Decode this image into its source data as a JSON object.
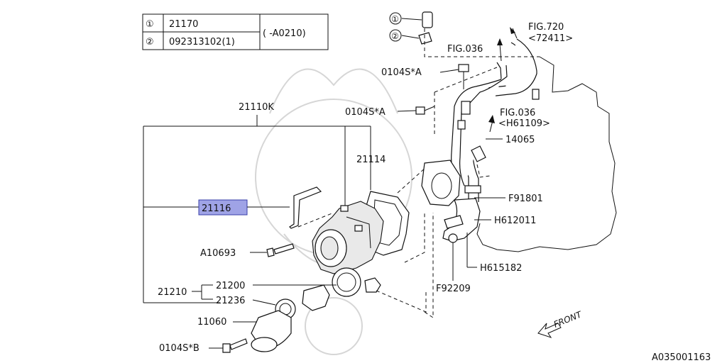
{
  "table": {
    "rows": [
      {
        "num": "①",
        "part": "21170"
      },
      {
        "num": "②",
        "part": "092313102(1)"
      }
    ],
    "range": "( -A0210)"
  },
  "callouts": {
    "c1": "①",
    "c2": "②"
  },
  "labels": {
    "fig720": "FIG.720",
    "fig720_sub": "<72411>",
    "fig036_top": "FIG.036",
    "bolt_a_top": "0104S*A",
    "bolt_a_mid": "0104S*A",
    "fig036_mid": "FIG.036",
    "fig036_mid_sub": "<H61109>",
    "p21110k": "21110K",
    "p14065": "14065",
    "p21114": "21114",
    "p21116": "21116",
    "pF91801": "F91801",
    "pH612011": "H612011",
    "pA10693": "A10693",
    "pH615182": "H615182",
    "p21200": "21200",
    "p21210": "21210",
    "p21236": "21236",
    "pF92209": "F92209",
    "p11060": "11060",
    "bolt_b": "0104S*B",
    "front": "FRONT",
    "diagram_id": "A035001163"
  }
}
